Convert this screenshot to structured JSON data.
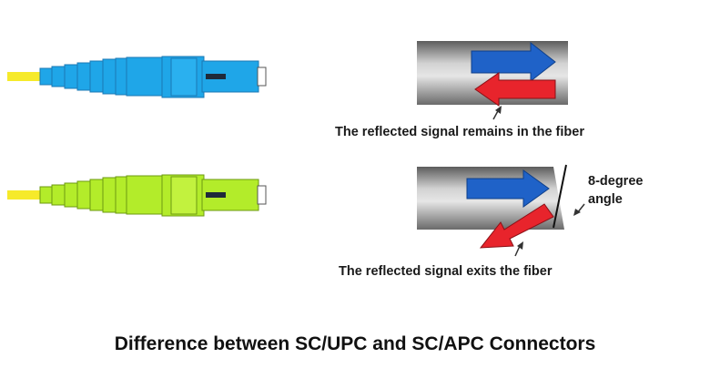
{
  "title": "Difference between SC/UPC and SC/APC Connectors",
  "upc": {
    "caption": "The reflected signal remains in the fiber",
    "colors": {
      "cable": "#f6ea2a",
      "body": "#1fa6e8",
      "outline": "#1b78b5"
    }
  },
  "apc": {
    "caption": "The reflected signal exits the fiber",
    "angle_label_line1": "8-degree",
    "angle_label_line2": "angle",
    "colors": {
      "cable": "#f6ea2a",
      "body": "#b3ec2a",
      "outline": "#6c9a12"
    }
  },
  "arrow_colors": {
    "incident": "#1f62c8",
    "reflected": "#e8242c"
  }
}
